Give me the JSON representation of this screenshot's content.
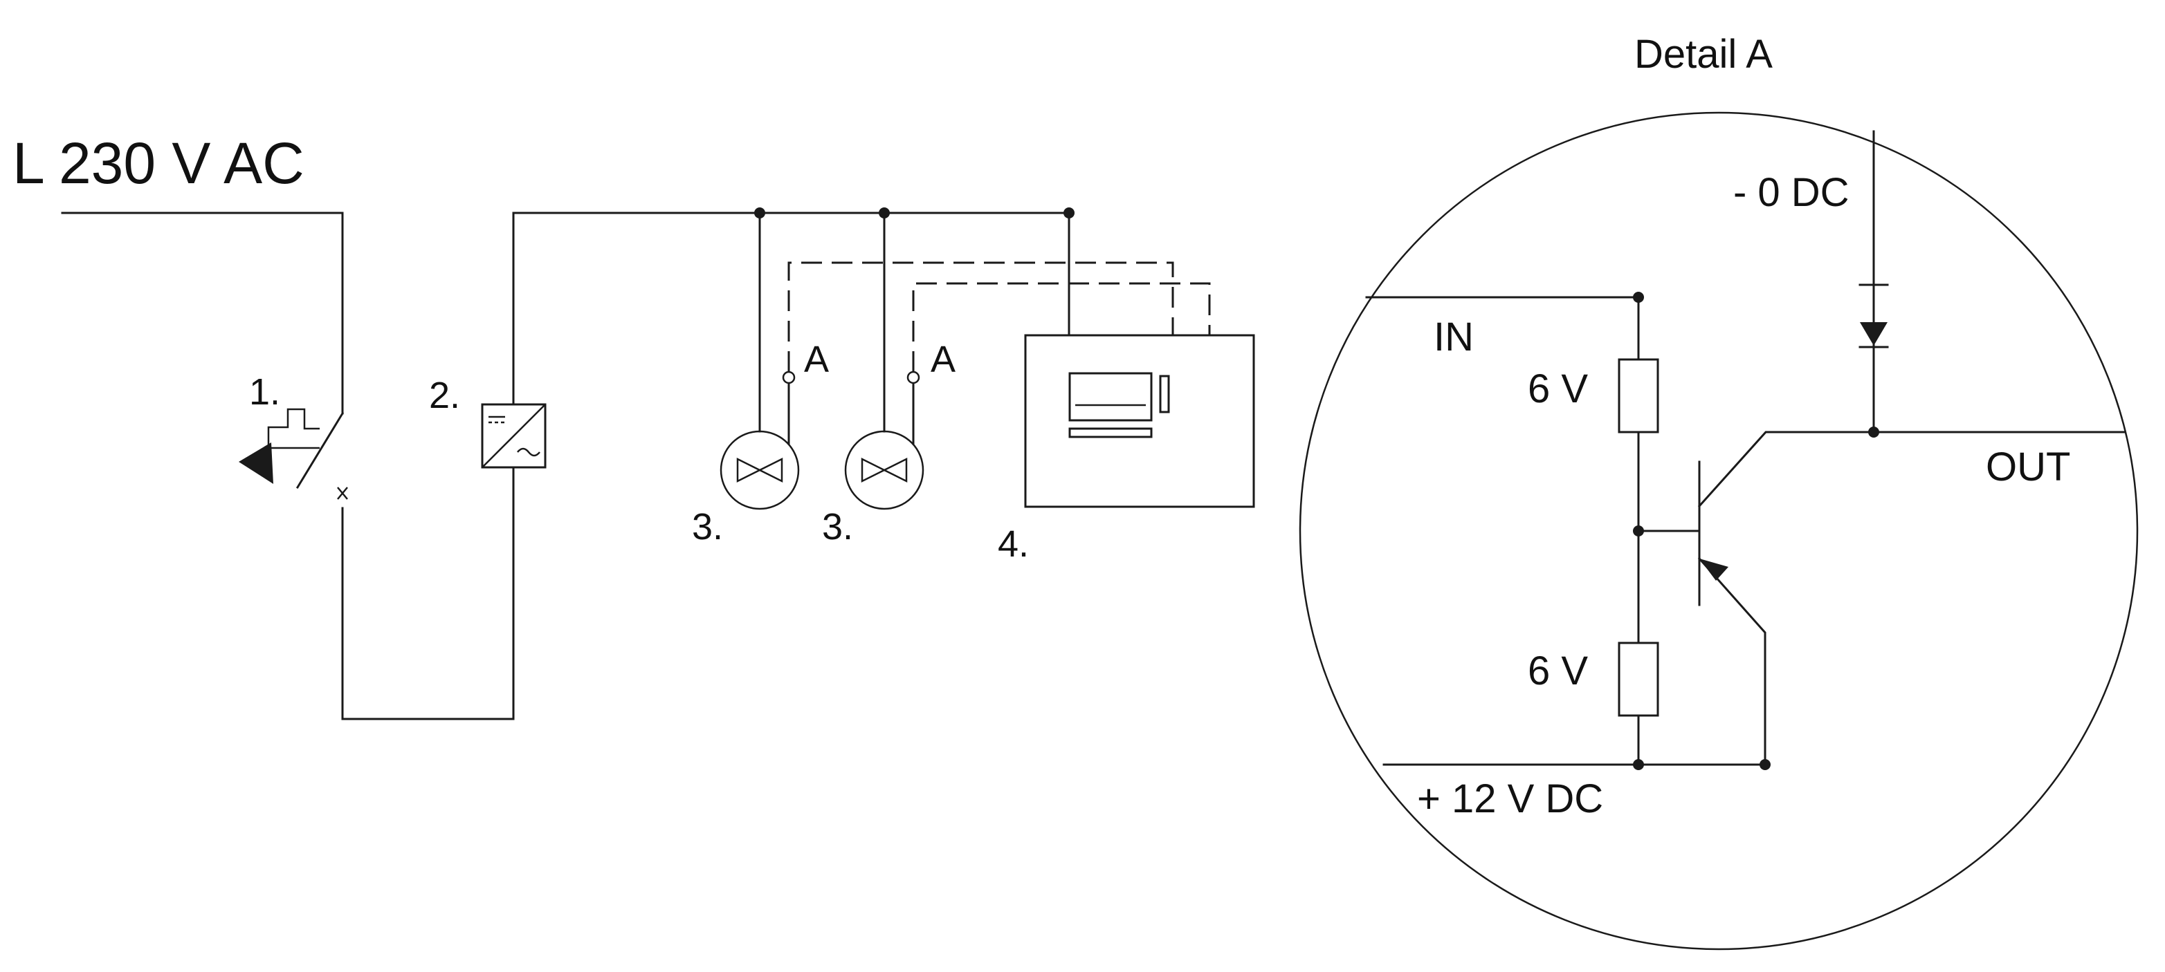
{
  "supply_label": "L 230 V AC",
  "components": {
    "switch_number": "1.",
    "converter_number": "2.",
    "fan1_number": "3.",
    "fan2_number": "3.",
    "controller_number": "4.",
    "tap1_label": "A",
    "tap2_label": "A"
  },
  "detail": {
    "title": "Detail A",
    "minus_rail": "- 0 DC",
    "input": "IN",
    "output": "OUT",
    "resistor_top": "6 V",
    "resistor_bottom": "6 V",
    "plus_rail": "+ 12 V DC"
  },
  "colors": {
    "line": "#1a1a1a",
    "background": "#ffffff"
  }
}
